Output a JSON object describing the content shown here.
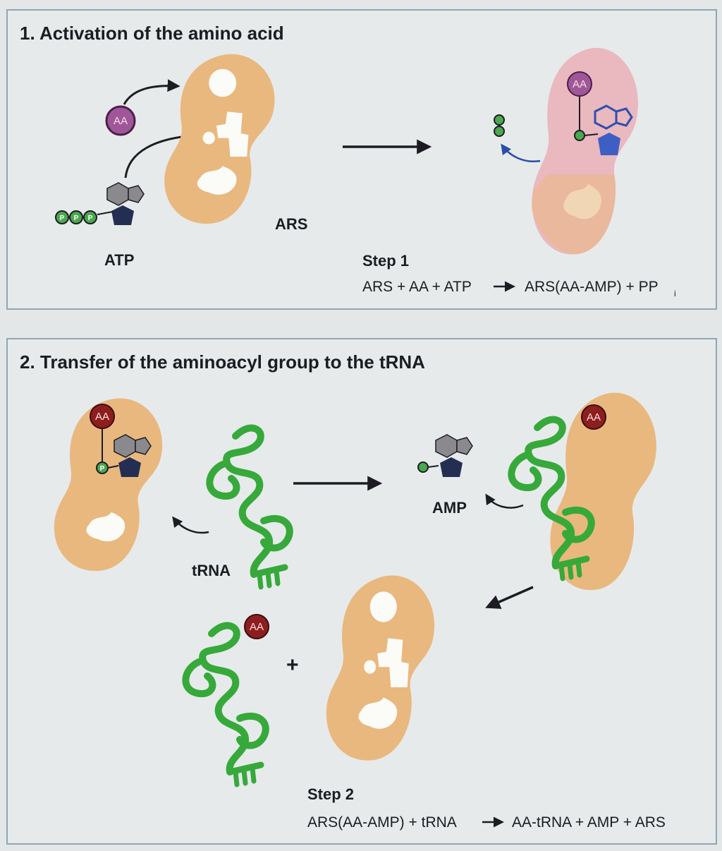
{
  "panel1": {
    "title": "1. Activation of the amino acid",
    "aa_label": "AA",
    "atp_label": "ATP",
    "ars_label": "ARS",
    "phosphate_labels": [
      "P",
      "P",
      "P"
    ],
    "step_title": "Step 1",
    "equation_left": "ARS + AA + ATP",
    "equation_right": "ARS(AA-AMP) + PP",
    "equation_subscript": "i"
  },
  "panel2": {
    "title": "2. Transfer of the aminoacyl group to the tRNA",
    "aa_label": "AA",
    "phosphate_label": "P",
    "trna_label": "tRNA",
    "amp_label": "AMP",
    "plus": "+",
    "step_title": "Step 2",
    "equation_left": "ARS(AA-AMP) + tRNA",
    "equation_right": "AA-tRNA + AMP + ARS"
  },
  "colors": {
    "enzyme": "#e9b87f",
    "enzyme_bound": "#eab8bf",
    "aa_purple": "#a0579a",
    "aa_red": "#8e1e1e",
    "trna": "#36a93a",
    "phosphate": "#4aa84e",
    "nucleotide_gray": "#8a8a8e",
    "nucleotide_navy": "#232e52",
    "nucleotide_blue": "#3d5fc4"
  }
}
